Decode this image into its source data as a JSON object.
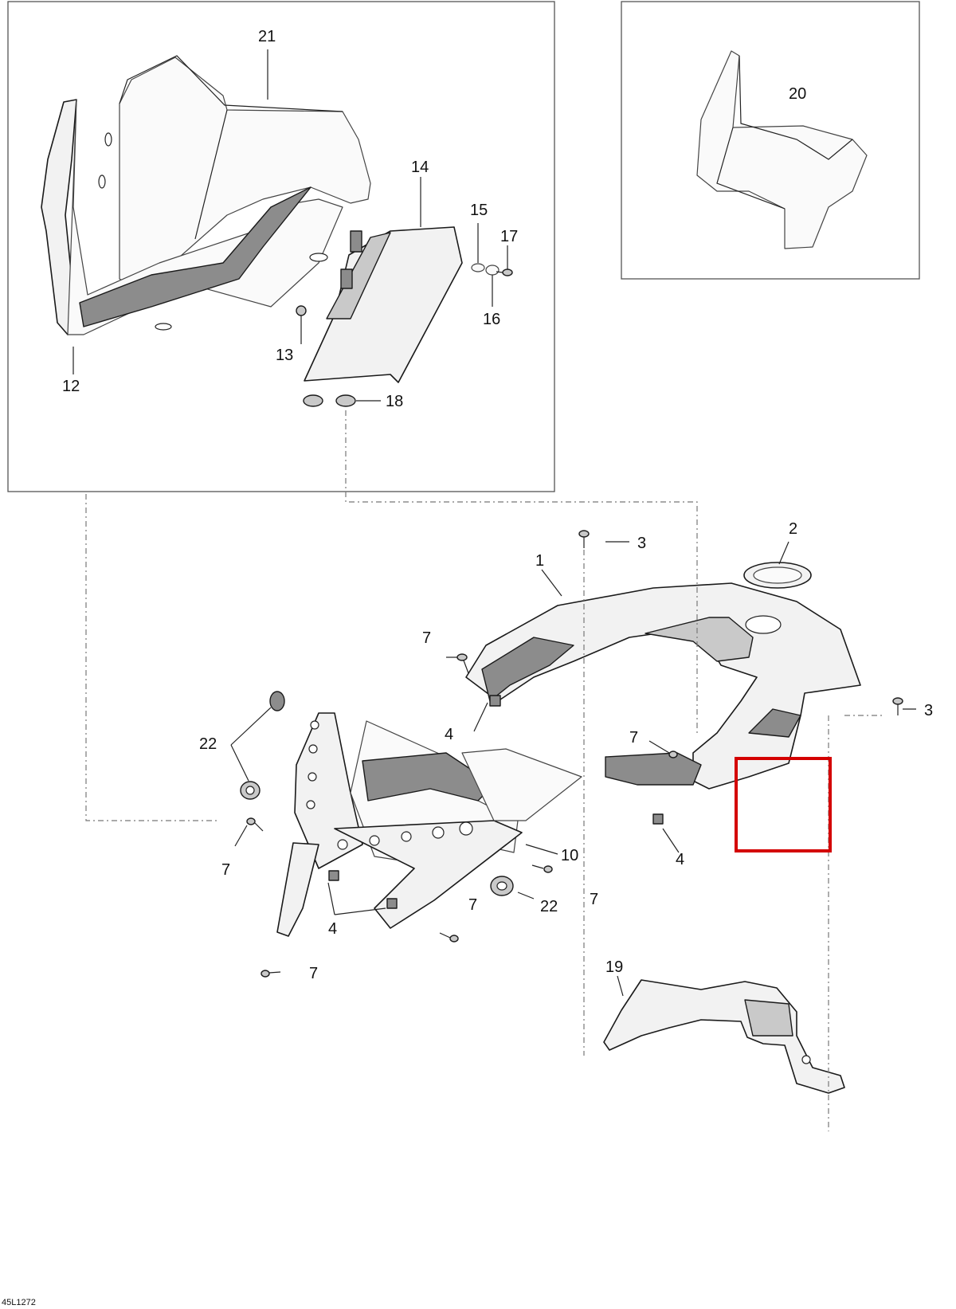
{
  "drawing_code": "45L1272",
  "callouts": {
    "c21": "21",
    "c20": "20",
    "c14": "14",
    "c15": "15",
    "c17": "17",
    "c16": "16",
    "c13": "13",
    "c12": "12",
    "c18": "18",
    "c3a": "3",
    "c2": "2",
    "c1": "1",
    "c7a": "7",
    "c3b": "3",
    "c4a": "4",
    "c22a": "22",
    "c7b": "7",
    "c4b": "4",
    "c7c": "7",
    "c10": "10",
    "c7d": "7",
    "c22b": "22",
    "c7e": "7",
    "c4c": "4",
    "c7f": "7",
    "c19": "19"
  },
  "colors": {
    "highlight": "#d40000",
    "line": "#1a1a1a",
    "shade": "#8c8c8c"
  }
}
